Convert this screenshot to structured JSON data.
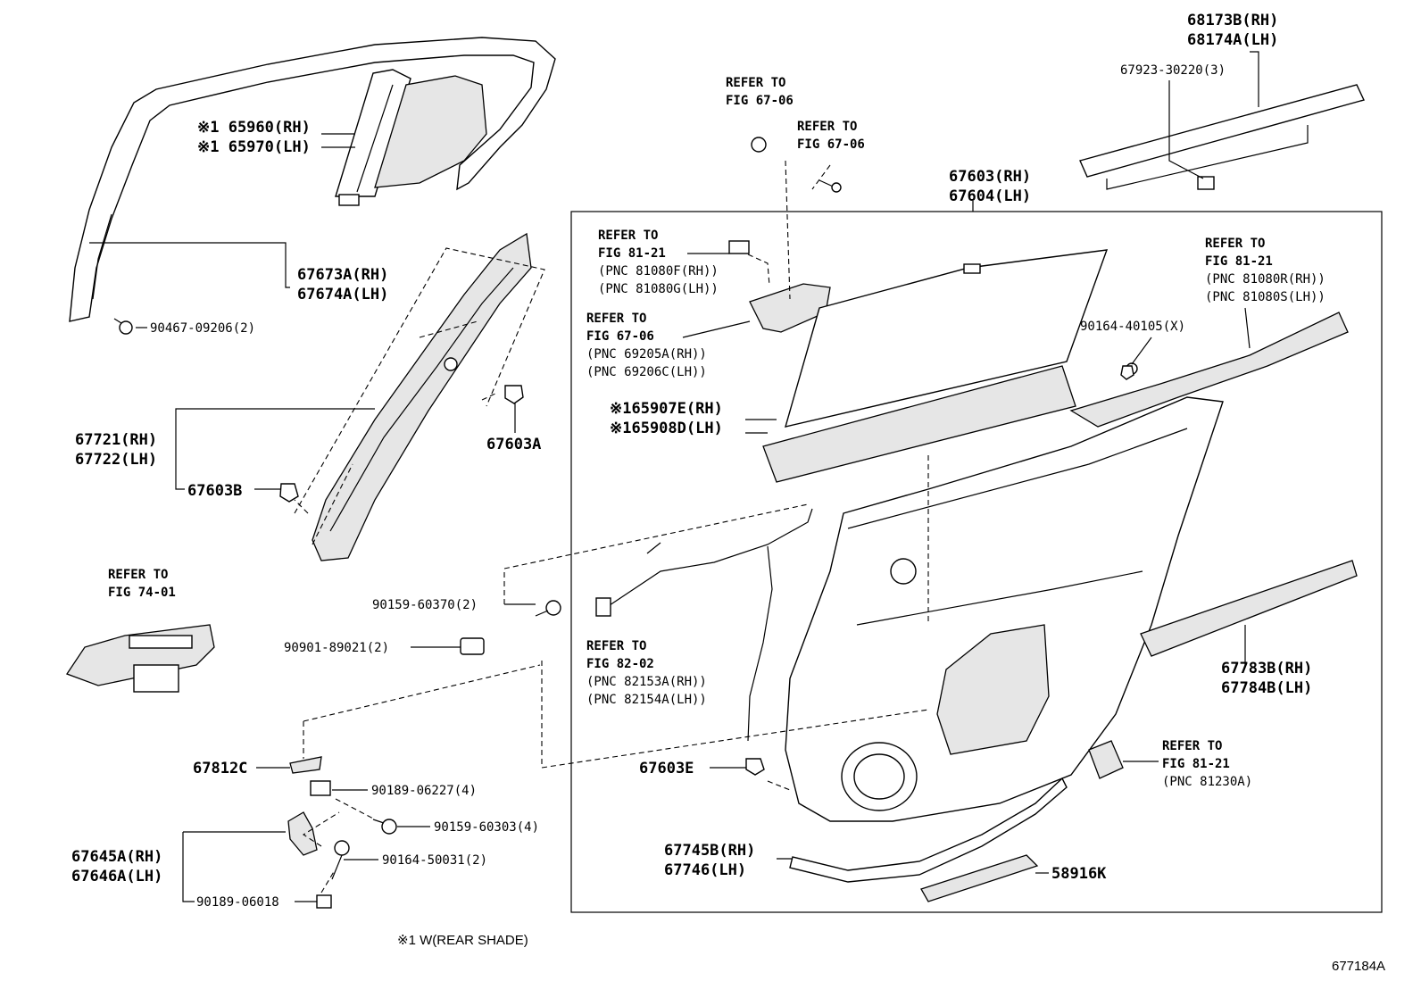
{
  "labels": {
    "p65960": "※1 65960(RH)",
    "p65970": "※1 65970(LH)",
    "p67673": "67673A(RH)",
    "p67674": "67674A(LH)",
    "p90467": "90467-09206(2)",
    "p67721": "67721(RH)",
    "p67722": "67722(LH)",
    "p67603b": "67603B",
    "p67603a": "67603A",
    "ref7401a": "REFER TO",
    "ref7401b": "FIG 74-01",
    "p90159_370": "90159-60370(2)",
    "p90901": "90901-89021(2)",
    "p67812": "67812C",
    "p90189_227": "90189-06227(4)",
    "p90159_303": "90159-60303(4)",
    "p67645": "67645A(RH)",
    "p67646": "67646A(LH)",
    "p90164_031": "90164-50031(2)",
    "p90189_018": "90189-06018",
    "ref6706a1": "REFER TO",
    "ref6706a2": "FIG 67-06",
    "ref6706b1": "REFER TO",
    "ref6706b2": "FIG 67-06",
    "p67603": "67603(RH)",
    "p67604": "67604(LH)",
    "ref8121a1": "REFER TO",
    "ref8121a2": "FIG 81-21",
    "ref8121a3": "(PNC 81080F(RH))",
    "ref8121a4": "(PNC 81080G(LH))",
    "ref6706c1": "REFER TO",
    "ref6706c2": "FIG 67-06",
    "ref6706c3": "(PNC 69205A(RH))",
    "ref6706c4": "(PNC 69206C(LH))",
    "p65907": "※165907E(RH)",
    "p65908": "※165908D(LH)",
    "ref8202a": "REFER TO",
    "ref8202b": "FIG 82-02",
    "ref8202c": "(PNC 82153A(RH))",
    "ref8202d": "(PNC 82154A(LH))",
    "p67603e": "67603E",
    "p67745": "67745B(RH)",
    "p67746": "67746(LH)",
    "p58916": "58916K",
    "ref8121c1": "REFER TO",
    "ref8121c2": "FIG 81-21",
    "ref8121c3": "(PNC 81230A)",
    "p67783": "67783B(RH)",
    "p67784": "67784B(LH)",
    "p90164_105": "90164-40105(X)",
    "ref8121b1": "REFER TO",
    "ref8121b2": "FIG 81-21",
    "ref8121b3": "(PNC 81080R(RH))",
    "ref8121b4": "(PNC 81080S(LH))",
    "p68173": "68173B(RH)",
    "p68174": "68174A(LH)",
    "p67923": "67923-30220(3)"
  },
  "footnote": "※1 W(REAR SHADE)",
  "diagram_id": "677184A"
}
